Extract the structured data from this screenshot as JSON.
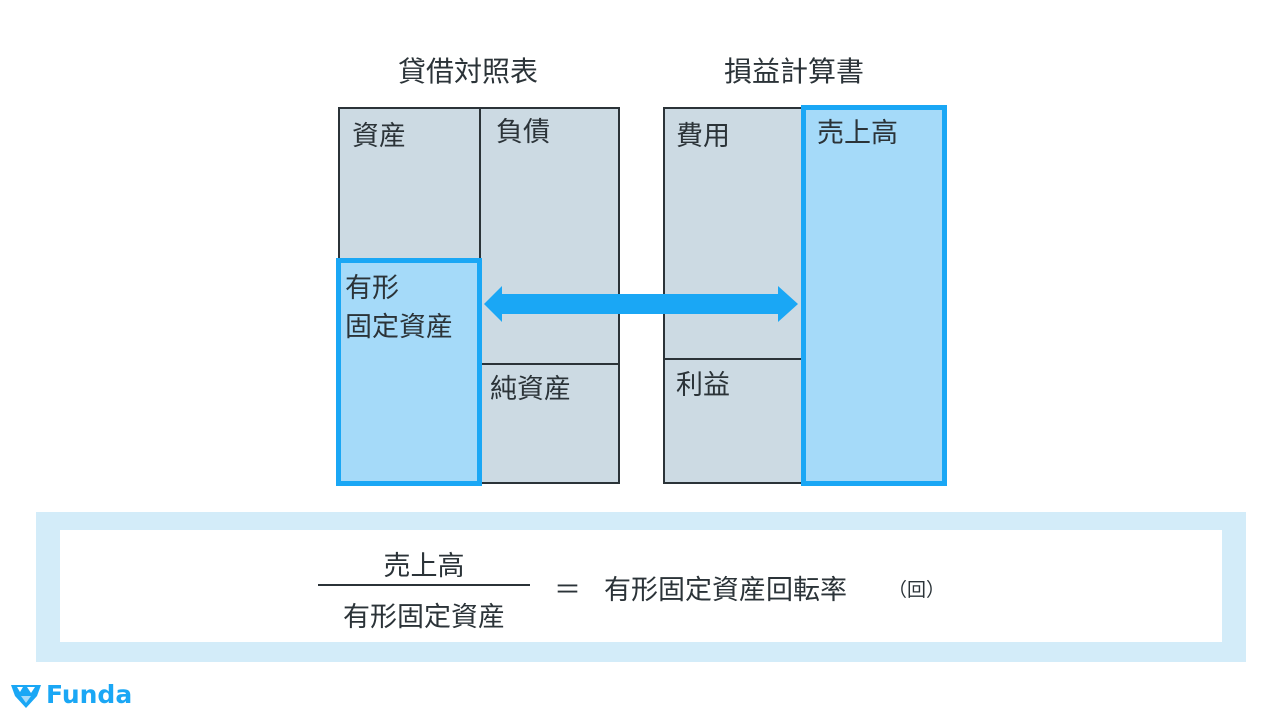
{
  "balance_sheet": {
    "title": "貸借対照表",
    "assets": "資産",
    "liabilities": "負債",
    "net_assets": "純資産",
    "tangible_fixed_assets_line1": "有形",
    "tangible_fixed_assets_line2": "固定資産"
  },
  "income_statement": {
    "title": "損益計算書",
    "expenses": "費用",
    "profit": "利益",
    "sales": "売上高"
  },
  "formula": {
    "numerator": "売上高",
    "denominator": "有形固定資産",
    "equals": "＝",
    "result": "有形固定資産回転率",
    "unit": "（回）"
  },
  "logo": {
    "text": "Funda"
  },
  "colors": {
    "accent": "#1aa7f5",
    "highlight_fill": "#a5daf9",
    "box_fill": "#ccdae3",
    "panel": "#d3ecf9"
  }
}
